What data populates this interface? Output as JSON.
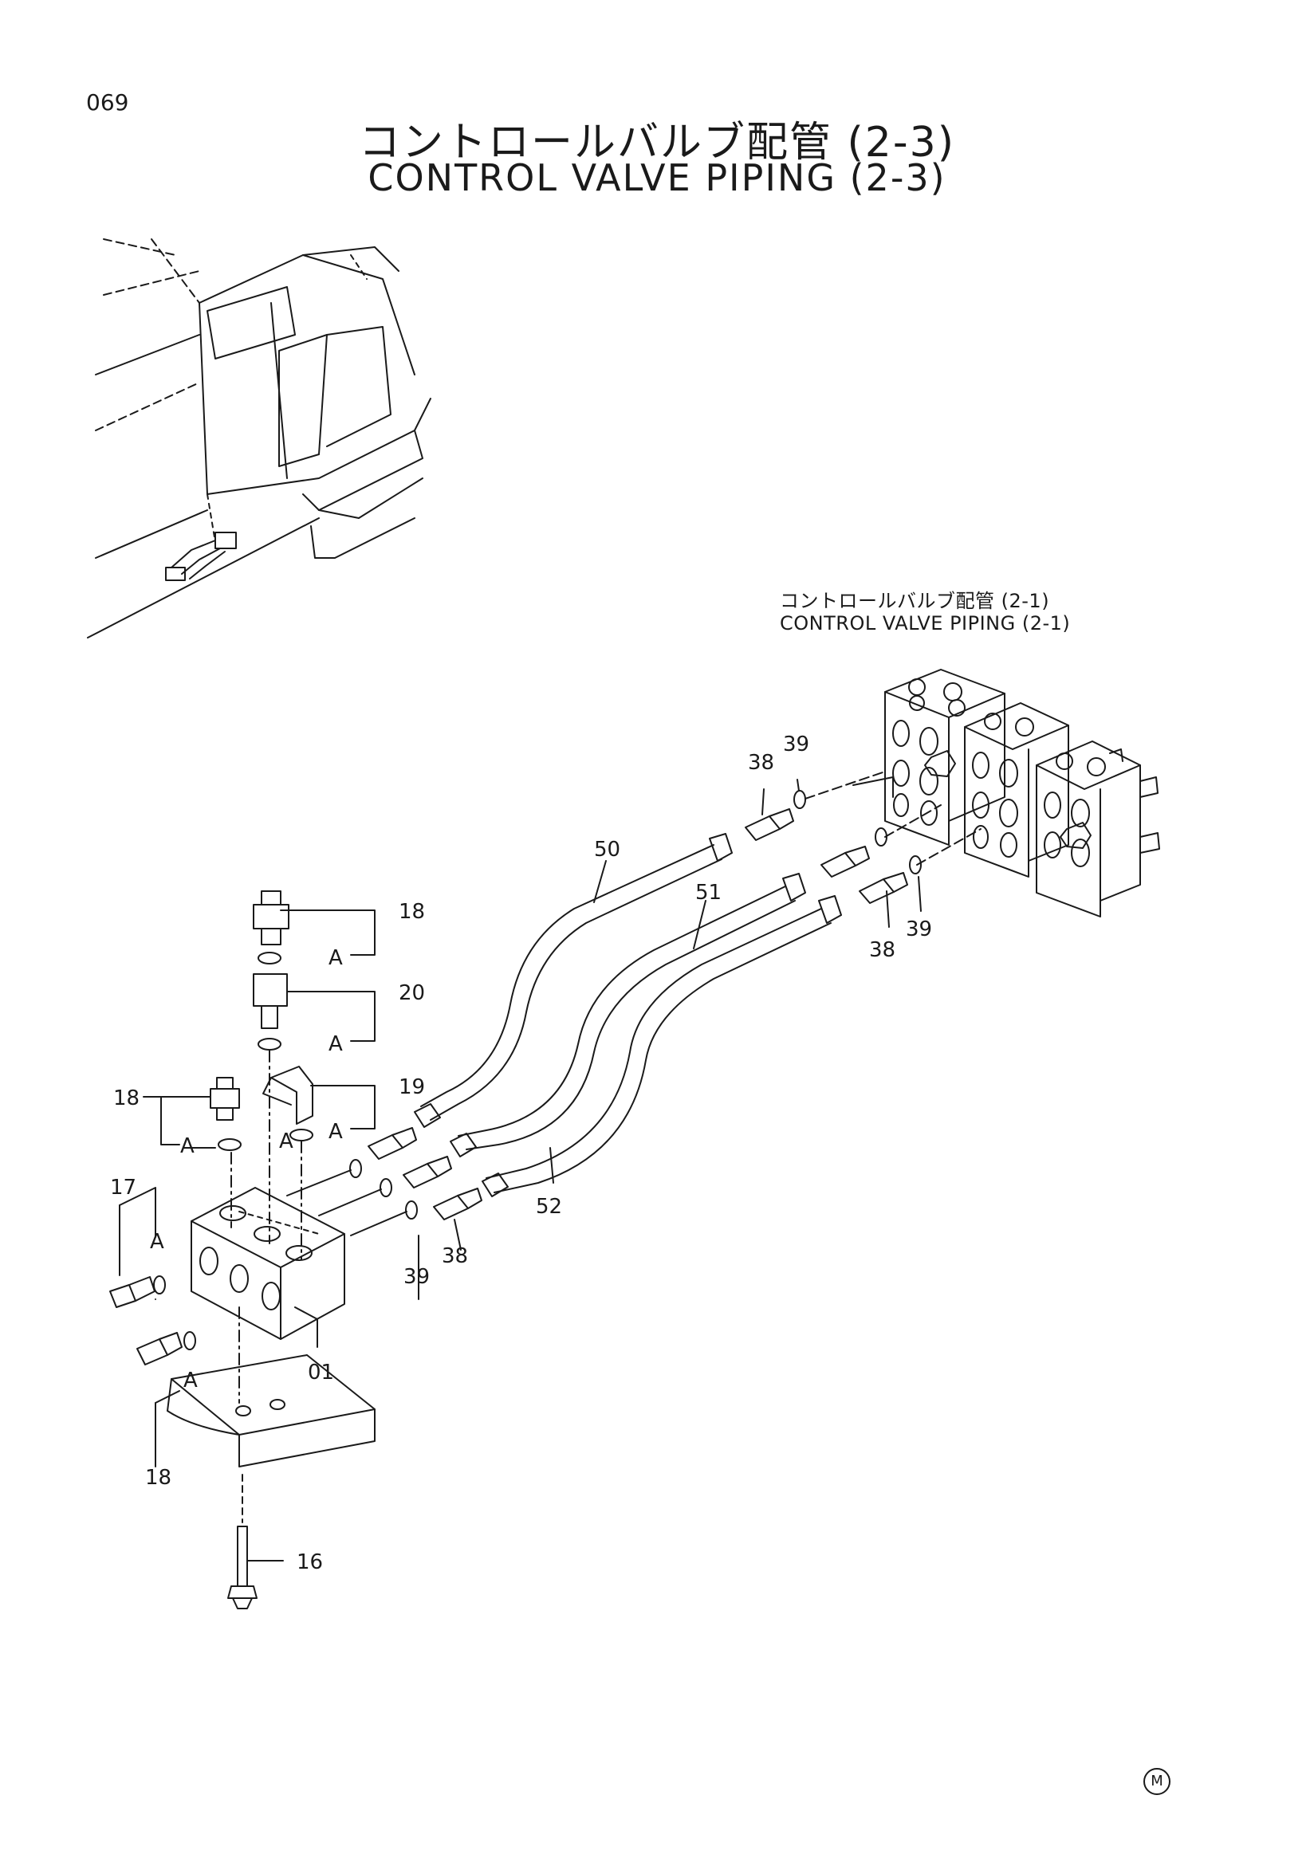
{
  "page_number": "069",
  "title_jp": "コントロールバルブ配管 (2-3)",
  "title_en": "CONTROL VALVE PIPING (2-3)",
  "reference_jp": "コントロールバルブ配管 (2-1)",
  "reference_en": "CONTROL VALVE PIPING (2-1)",
  "callouts": {
    "c01": "01",
    "c16": "16",
    "c17": "17",
    "c18a": "18",
    "c18b": "18",
    "c18c": "18",
    "c19": "19",
    "c20": "20",
    "c38a": "38",
    "c38b": "38",
    "c38c": "38",
    "c39a": "39",
    "c39b": "39",
    "c39c": "39",
    "c50": "50",
    "c51": "51",
    "c52": "52"
  },
  "detail_marks": {
    "a1": "A",
    "a2": "A",
    "a3": "A",
    "a4": "A",
    "a5": "A",
    "a6": "A",
    "a7": "A"
  },
  "corner_mark": "M",
  "colors": {
    "ink": "#1a1a1a",
    "paper": "#ffffff"
  }
}
